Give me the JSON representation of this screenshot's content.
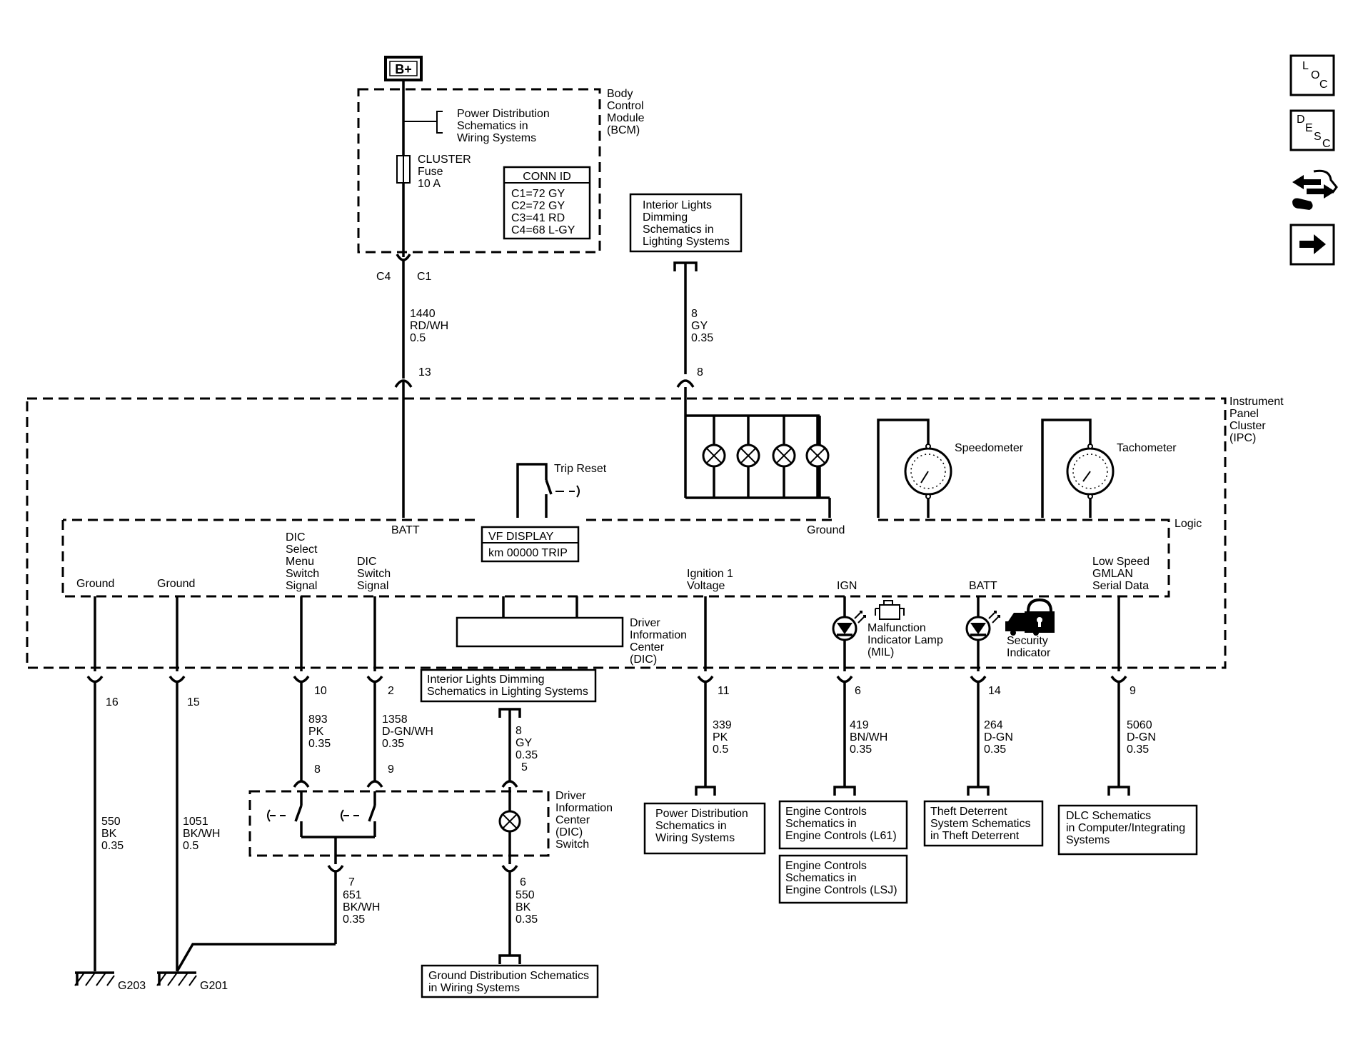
{
  "source": {
    "label": "B+"
  },
  "bcm": {
    "name_lines": [
      "Body",
      "Control",
      "Module",
      "(BCM)"
    ],
    "fuse_lines": [
      "CLUSTER",
      "Fuse",
      "10 A"
    ],
    "power_ref_lines": [
      "Power Distribution",
      "Schematics in",
      "Wiring Systems"
    ],
    "conn_id": {
      "title": "CONN ID",
      "lines": [
        "C1=72 GY",
        "C2=72 GY",
        "C3=41 RD",
        "C4=68 L-GY"
      ]
    }
  },
  "connectors": {
    "c4": "C4",
    "c1": "C1"
  },
  "wires": {
    "batt_feed": {
      "circuit": "1440",
      "color": "RD/WH",
      "gauge": "0.5",
      "pin": "13"
    },
    "dimming_feed": {
      "circuit": "8",
      "color": "GY",
      "gauge": "0.35",
      "pin": "8"
    },
    "ground16": {
      "pin": "16",
      "circuit": "550",
      "color": "BK",
      "gauge": "0.35"
    },
    "ground15": {
      "pin": "15",
      "circuit": "1051",
      "color": "BK/WH",
      "gauge": "0.5"
    },
    "menu_signal": {
      "pin": "10",
      "circuit": "893",
      "color": "PK",
      "gauge": "0.35",
      "switch_pin": "8"
    },
    "switch_signal": {
      "pin": "2",
      "circuit": "1358",
      "color": "D-GN/WH",
      "gauge": "0.35",
      "switch_pin": "9"
    },
    "dic_dimming": {
      "circuit": "8",
      "color": "GY",
      "gauge": "0.35",
      "switch_pin": "5"
    },
    "dic_ground": {
      "pin": "6",
      "circuit": "550",
      "color": "BK",
      "gauge": "0.35"
    },
    "switch_ground": {
      "pin": "7",
      "circuit": "651",
      "color": "BK/WH",
      "gauge": "0.35"
    },
    "ignition": {
      "pin": "11",
      "circuit": "339",
      "color": "PK",
      "gauge": "0.5"
    },
    "mil": {
      "pin": "6",
      "circuit": "419",
      "color": "BN/WH",
      "gauge": "0.35"
    },
    "theft": {
      "pin": "14",
      "circuit": "264",
      "color": "D-GN",
      "gauge": "0.35"
    },
    "gmlan": {
      "pin": "9",
      "circuit": "5060",
      "color": "D-GN",
      "gauge": "0.35"
    }
  },
  "refs": {
    "interior_dimming_top": [
      "Interior Lights",
      "Dimming",
      "Schematics in",
      "Lighting Systems"
    ],
    "interior_dimming_mid": [
      "Interior Lights Dimming",
      "Schematics in Lighting Systems"
    ],
    "ground_dist": [
      "Ground Distribution Schematics",
      "in Wiring Systems"
    ],
    "power_dist": [
      "Power Distribution",
      "Schematics in",
      "Wiring Systems"
    ],
    "engine_l61": [
      "Engine Controls",
      "Schematics in",
      "Engine Controls (L61)"
    ],
    "engine_lsj": [
      "Engine Controls",
      "Schematics in",
      "Engine Controls (LSJ)"
    ],
    "theft": [
      "Theft Deterrent",
      "System Schematics",
      "in Theft Deterrent"
    ],
    "dlc": [
      "DLC Schematics",
      "in Computer/Integrating",
      "Systems"
    ]
  },
  "ipc": {
    "name_lines": [
      "Instrument",
      "Panel",
      "Cluster",
      "(IPC)"
    ],
    "logic_label": "Logic",
    "batt_label": "BATT",
    "ground_label": "Ground",
    "trip_reset": "Trip Reset",
    "vf_display": {
      "title": "VF DISPLAY",
      "value": "km 00000 TRIP"
    },
    "speedometer": "Speedometer",
    "tachometer": "Tachometer",
    "signal_labels": {
      "ground_a": "Ground",
      "ground_b": "Ground",
      "dic_menu": [
        "DIC",
        "Select",
        "Menu",
        "Switch",
        "Signal"
      ],
      "dic_switch": [
        "DIC",
        "Switch",
        "Signal"
      ],
      "ign1": [
        "Ignition 1",
        "Voltage"
      ],
      "ign": "IGN",
      "batt": "BATT",
      "gmlan": [
        "Low Speed",
        "GMLAN",
        "Serial Data"
      ]
    },
    "dic_lines": [
      "Driver",
      "Information",
      "Center",
      "(DIC)"
    ],
    "mil_lines": [
      "Malfunction",
      "Indicator Lamp",
      "(MIL)"
    ],
    "security_lines": [
      "Security",
      "Indicator"
    ]
  },
  "dic_switch": {
    "name_lines": [
      "Driver",
      "Information",
      "Center",
      "(DIC)",
      "Switch"
    ]
  },
  "grounds": {
    "g203": "G203",
    "g201": "G201"
  },
  "nav_icons": {
    "loc": {
      "l": "L",
      "o": "O",
      "c": "C"
    },
    "desc": {
      "d": "D",
      "e": "E",
      "s": "S",
      "c": "C"
    },
    "icons": [
      "loc-icon",
      "desc-icon",
      "repair-icon",
      "next-arrow-icon"
    ]
  }
}
